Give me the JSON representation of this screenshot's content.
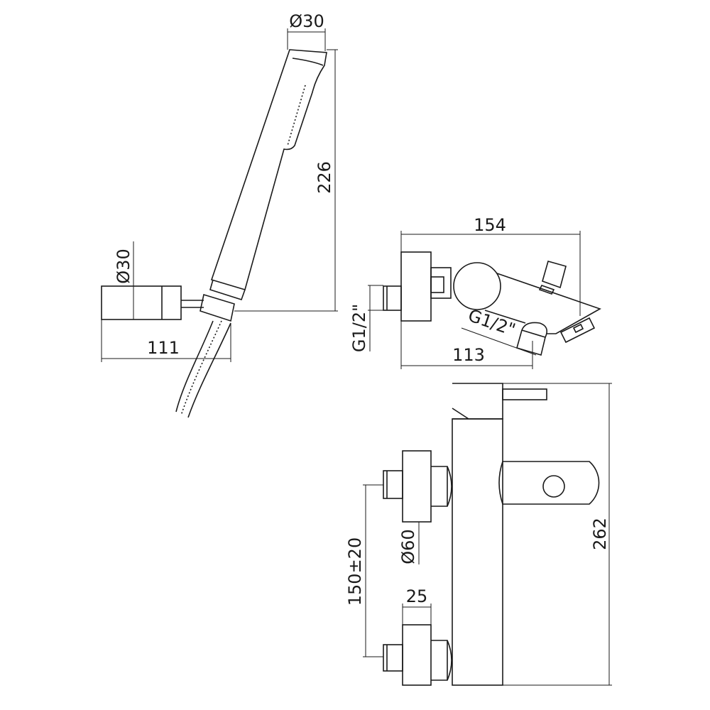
{
  "dimensions": {
    "shower_diameter": "Ø30",
    "shower_length": "226",
    "holder_diameter": "Ø30",
    "holder_projection": "111",
    "mixer_depth": "154",
    "inlet_thread": "G1/2\"",
    "outlet_thread": "G1/2\"",
    "outlet_projection": "113",
    "mixer_height": "262",
    "flange_diameter": "Ø60",
    "centre_distance": "150±20",
    "flange_thickness": "25"
  }
}
